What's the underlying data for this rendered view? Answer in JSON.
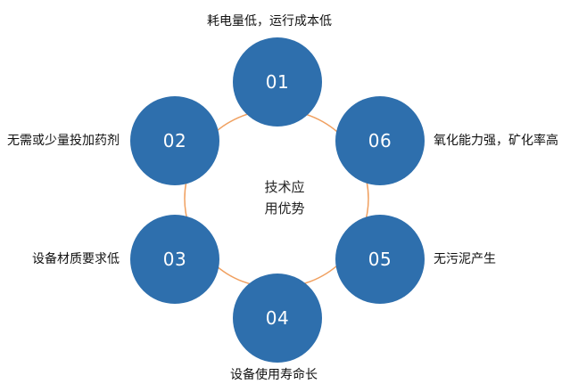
{
  "colors": {
    "node": "#2e6fad",
    "ring": "#f0a060"
  },
  "center": {
    "line1": "技术应",
    "line2": "用优势"
  },
  "nodes": [
    {
      "num": "01",
      "caption": "耗电量低，运行成本低"
    },
    {
      "num": "02",
      "caption": "无需或少量投加药剂"
    },
    {
      "num": "03",
      "caption": "设备材质要求低"
    },
    {
      "num": "04",
      "caption": "设备使用寿命长"
    },
    {
      "num": "05",
      "caption": "无污泥产生"
    },
    {
      "num": "06",
      "caption": "氧化能力强，矿化率高"
    }
  ]
}
